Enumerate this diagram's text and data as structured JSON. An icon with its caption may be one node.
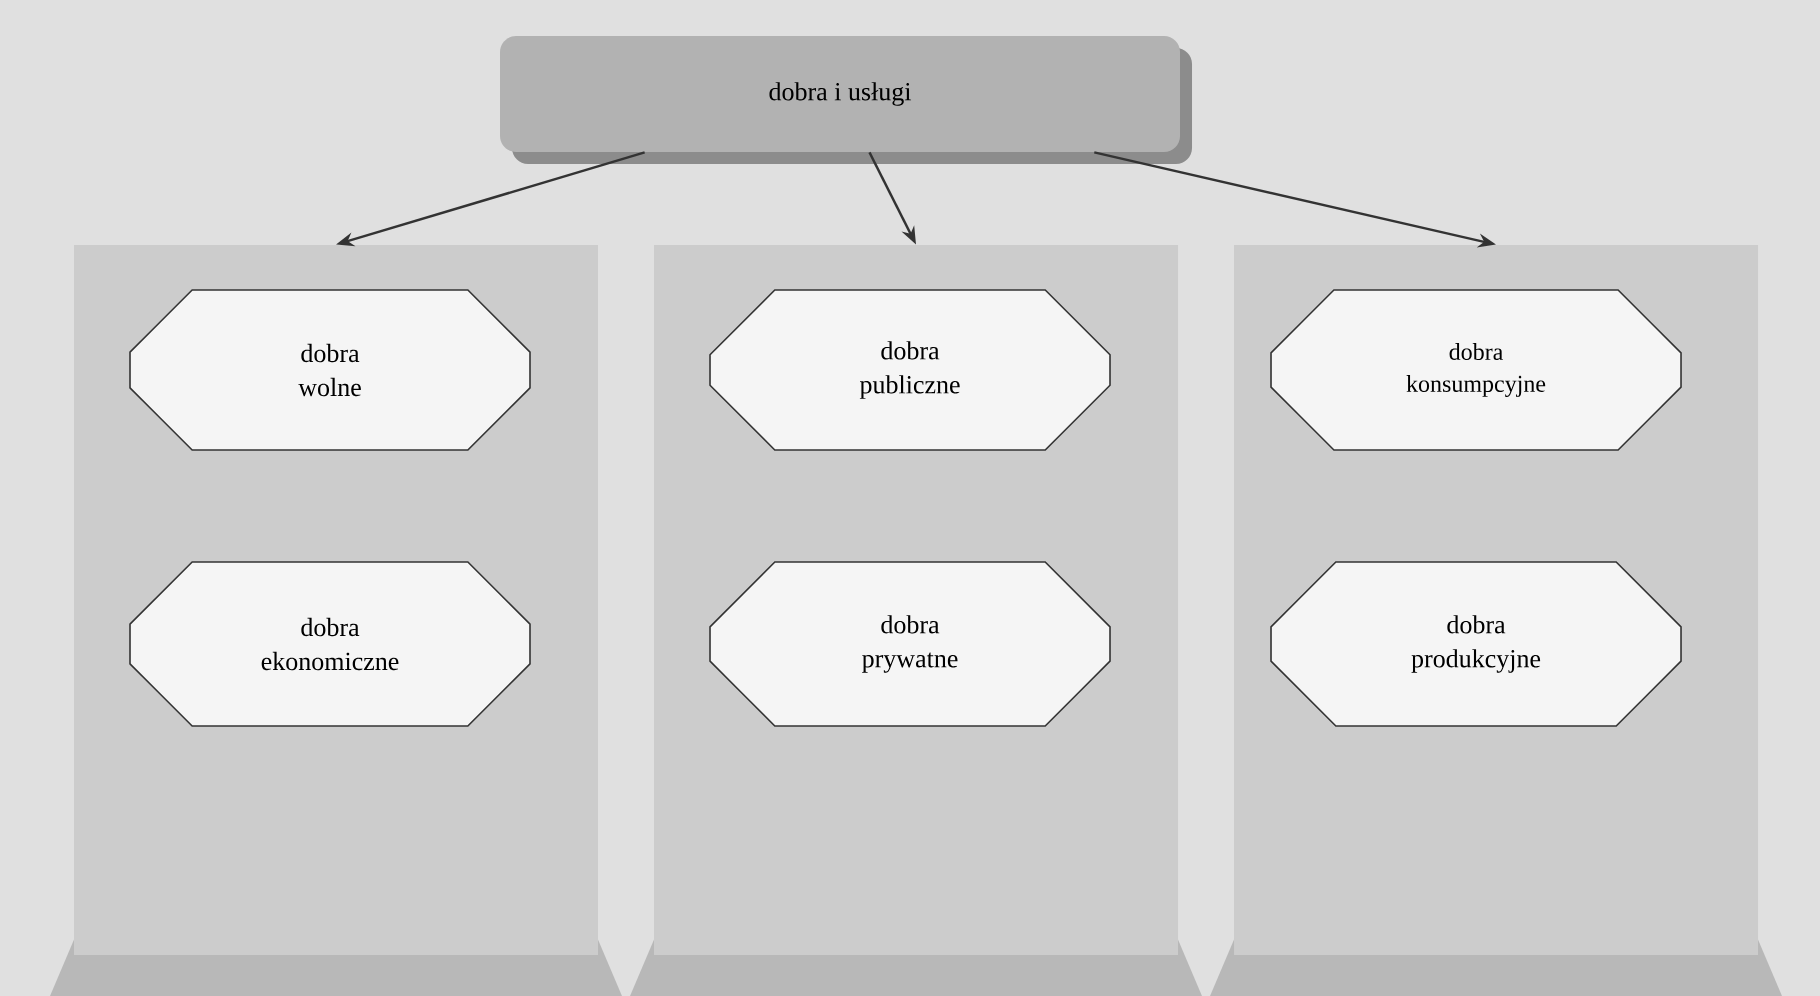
{
  "diagram": {
    "nodes": [
      {
        "text": [
          "dobra i usługi"
        ]
      },
      {
        "text": [],
        "shape": "box"
      },
      {
        "text": [
          "dobra wolne"
        ],
        "in": 1
      },
      {
        "text": [
          "dobra ekonomiczne"
        ],
        "in": 1
      },
      {
        "text": [],
        "shape": "box"
      },
      {
        "text": [
          "dobra publiczne"
        ],
        "in": 4
      },
      {
        "text": [
          "dobra prywatne"
        ],
        "in": 4
      },
      {
        "text": [],
        "shape": "box"
      },
      {
        "text": [
          "dobra konsumpcyjne"
        ],
        "in": 7
      },
      {
        "text": [
          "dobra produkcyjne"
        ],
        "in": 7
      }
    ],
    "edges": [
      {
        "from": 0,
        "to": 1,
        "arrow": "to"
      },
      {
        "from": 0,
        "to": 4,
        "arrow": "to"
      },
      {
        "from": 0,
        "to": 7,
        "arrow": "to"
      }
    ]
  }
}
